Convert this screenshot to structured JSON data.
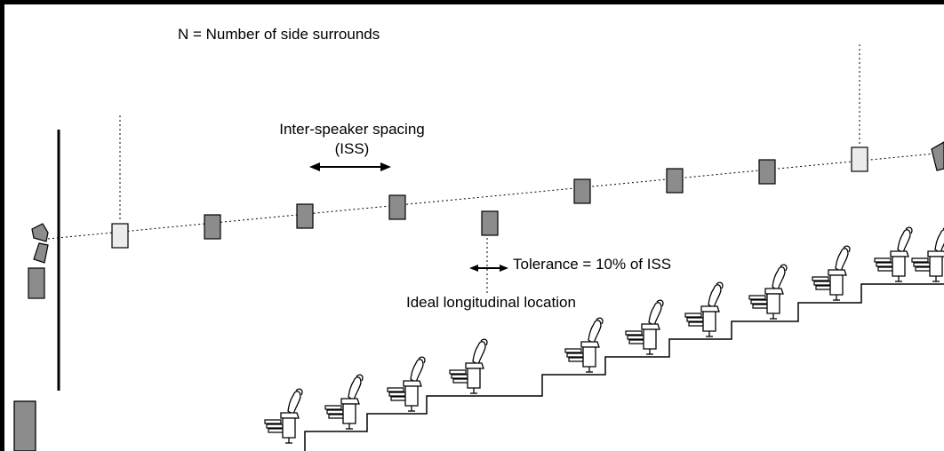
{
  "labels": {
    "n_note": "N = Number of side surrounds",
    "iss_line1": "Inter-speaker spacing",
    "iss_line2": "(ISS)",
    "tolerance": "Tolerance = 10% of ISS",
    "ideal_location": "Ideal longitudinal location"
  },
  "colors": {
    "frame": "#000000",
    "speaker_dark": "#8c8c8c",
    "speaker_light": "#ececec",
    "subwoofer": "#8c8c8c",
    "seat_fill": "#ffffff"
  },
  "icons": {
    "seat": "seat-icon",
    "speaker": "surround-speaker-icon",
    "screen_speaker": "screen-speaker-icon",
    "subwoofer": "subwoofer-icon"
  },
  "speakers": [
    {
      "shade": "light"
    },
    {
      "shade": "dark"
    },
    {
      "shade": "dark"
    },
    {
      "shade": "dark"
    },
    {
      "shade": "dark"
    },
    {
      "shade": "dark"
    },
    {
      "shade": "dark"
    },
    {
      "shade": "dark"
    },
    {
      "shade": "light"
    }
  ],
  "seat_rows": 13
}
